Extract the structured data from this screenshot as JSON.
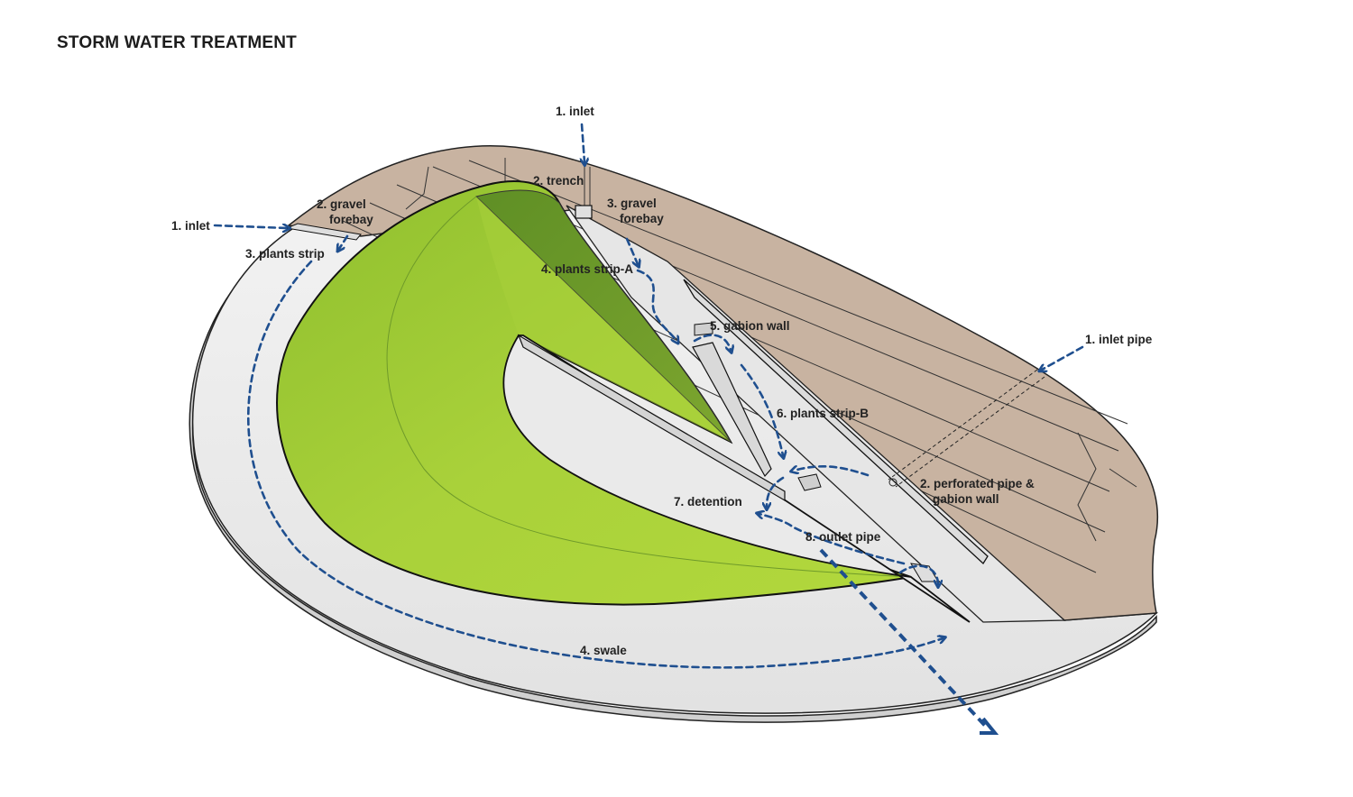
{
  "title": "STORM WATER TREATMENT",
  "labels": {
    "inlet_top": "1. inlet",
    "inlet_left": "1. inlet",
    "inlet_pipe": "1. inlet pipe",
    "trench": "2. trench",
    "gravel_forebay_left_1": "2. gravel",
    "gravel_forebay_left_2": "forebay",
    "gravel_forebay_right_1": "3. gravel",
    "gravel_forebay_right_2": "forebay",
    "plants_strip": "3. plants strip",
    "plants_strip_a": "4. plants strip-A",
    "gabion_wall": "5. gabion wall",
    "plants_strip_b": "6. plants strip-B",
    "perforated_1": "2. perforated pipe &",
    "perforated_2": "gabion wall",
    "detention": "7. detention",
    "outlet_pipe": "8. outlet pipe",
    "swale": "4. swale"
  },
  "colors": {
    "flow_arrow": "#1f4f8f",
    "lawn_green": "#a8cf3a",
    "lawn_dark": "#6f9a2a",
    "paving_tan": "#c8b3a1",
    "base_light": "#ececec"
  }
}
